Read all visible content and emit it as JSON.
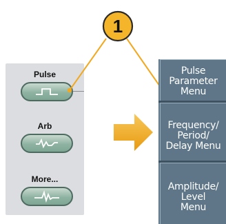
{
  "callout": {
    "number": "1"
  },
  "panel": {
    "buttons": [
      {
        "label": "Pulse",
        "icon": "pulse-wave-icon"
      },
      {
        "label": "Arb",
        "icon": "arbitrary-wave-icon"
      },
      {
        "label": "More...",
        "icon": "more-waves-icon"
      }
    ]
  },
  "arrow": {
    "icon": "right-arrow-icon"
  },
  "menu": {
    "items": [
      {
        "lines": [
          "Pulse",
          "Parameter",
          "Menu"
        ]
      },
      {
        "lines": [
          "Frequency/",
          "Period/",
          "Delay Menu"
        ]
      },
      {
        "lines": [
          "Amplitude/",
          "Level",
          "Menu"
        ]
      }
    ]
  },
  "colors": {
    "callout_fill": "#f5b52a",
    "arrow_fill": "#f2a81f",
    "menu_bg": "#5e7688",
    "panel_bg": "#dcdde0",
    "button_fill": "#8fb3a3"
  }
}
